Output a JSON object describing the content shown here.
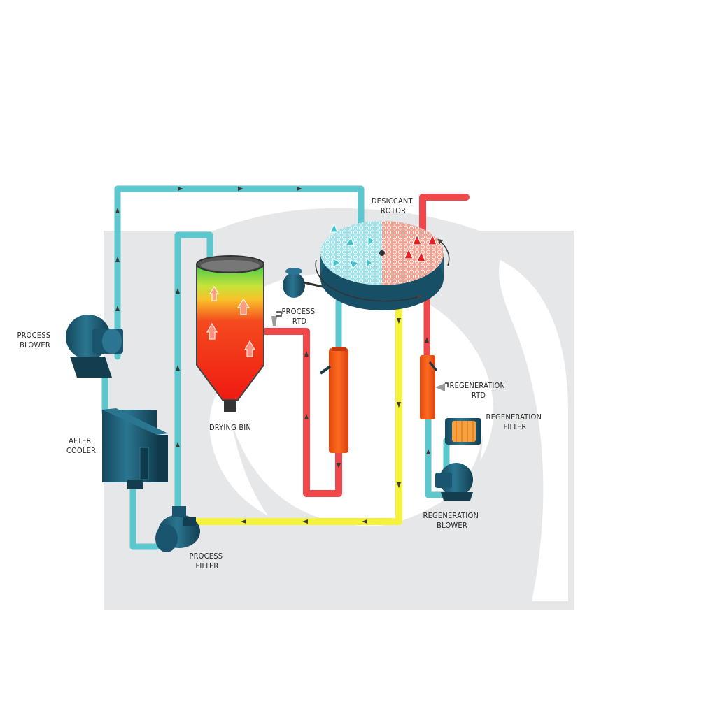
{
  "labels": {
    "desiccant_rotor": [
      "DESICCANT",
      "ROTOR"
    ],
    "process_rtd": [
      "PROCESS",
      "RTD"
    ],
    "process_blower": [
      "PROCESS",
      "BLOWER"
    ],
    "after_cooler": [
      "AFTER",
      "COOLER"
    ],
    "drying_bin": [
      "DRYING BIN"
    ],
    "regeneration_rtd": [
      "REGENERATION",
      "RTD"
    ],
    "regeneration_filter": [
      "REGENERATION",
      "FILTER"
    ],
    "regeneration_blower": [
      "REGENERATION",
      "BLOWER"
    ],
    "process_filter": [
      "PROCESS",
      "FILTER"
    ]
  },
  "colors": {
    "dry_air": "#5cc7cc",
    "hot_air": "#f0484a",
    "return_air": "#f4f23a",
    "equipment": "#1d5e78",
    "heater": "#f06020",
    "background_swirl": "#e6e7e8"
  },
  "icons": [
    "process-blower-icon",
    "after-cooler-icon",
    "process-filter-icon",
    "drying-bin-icon",
    "desiccant-rotor-icon",
    "rotor-drive-motor-icon",
    "process-heater-icon",
    "regeneration-heater-icon",
    "regeneration-filter-icon",
    "regeneration-blower-icon"
  ]
}
